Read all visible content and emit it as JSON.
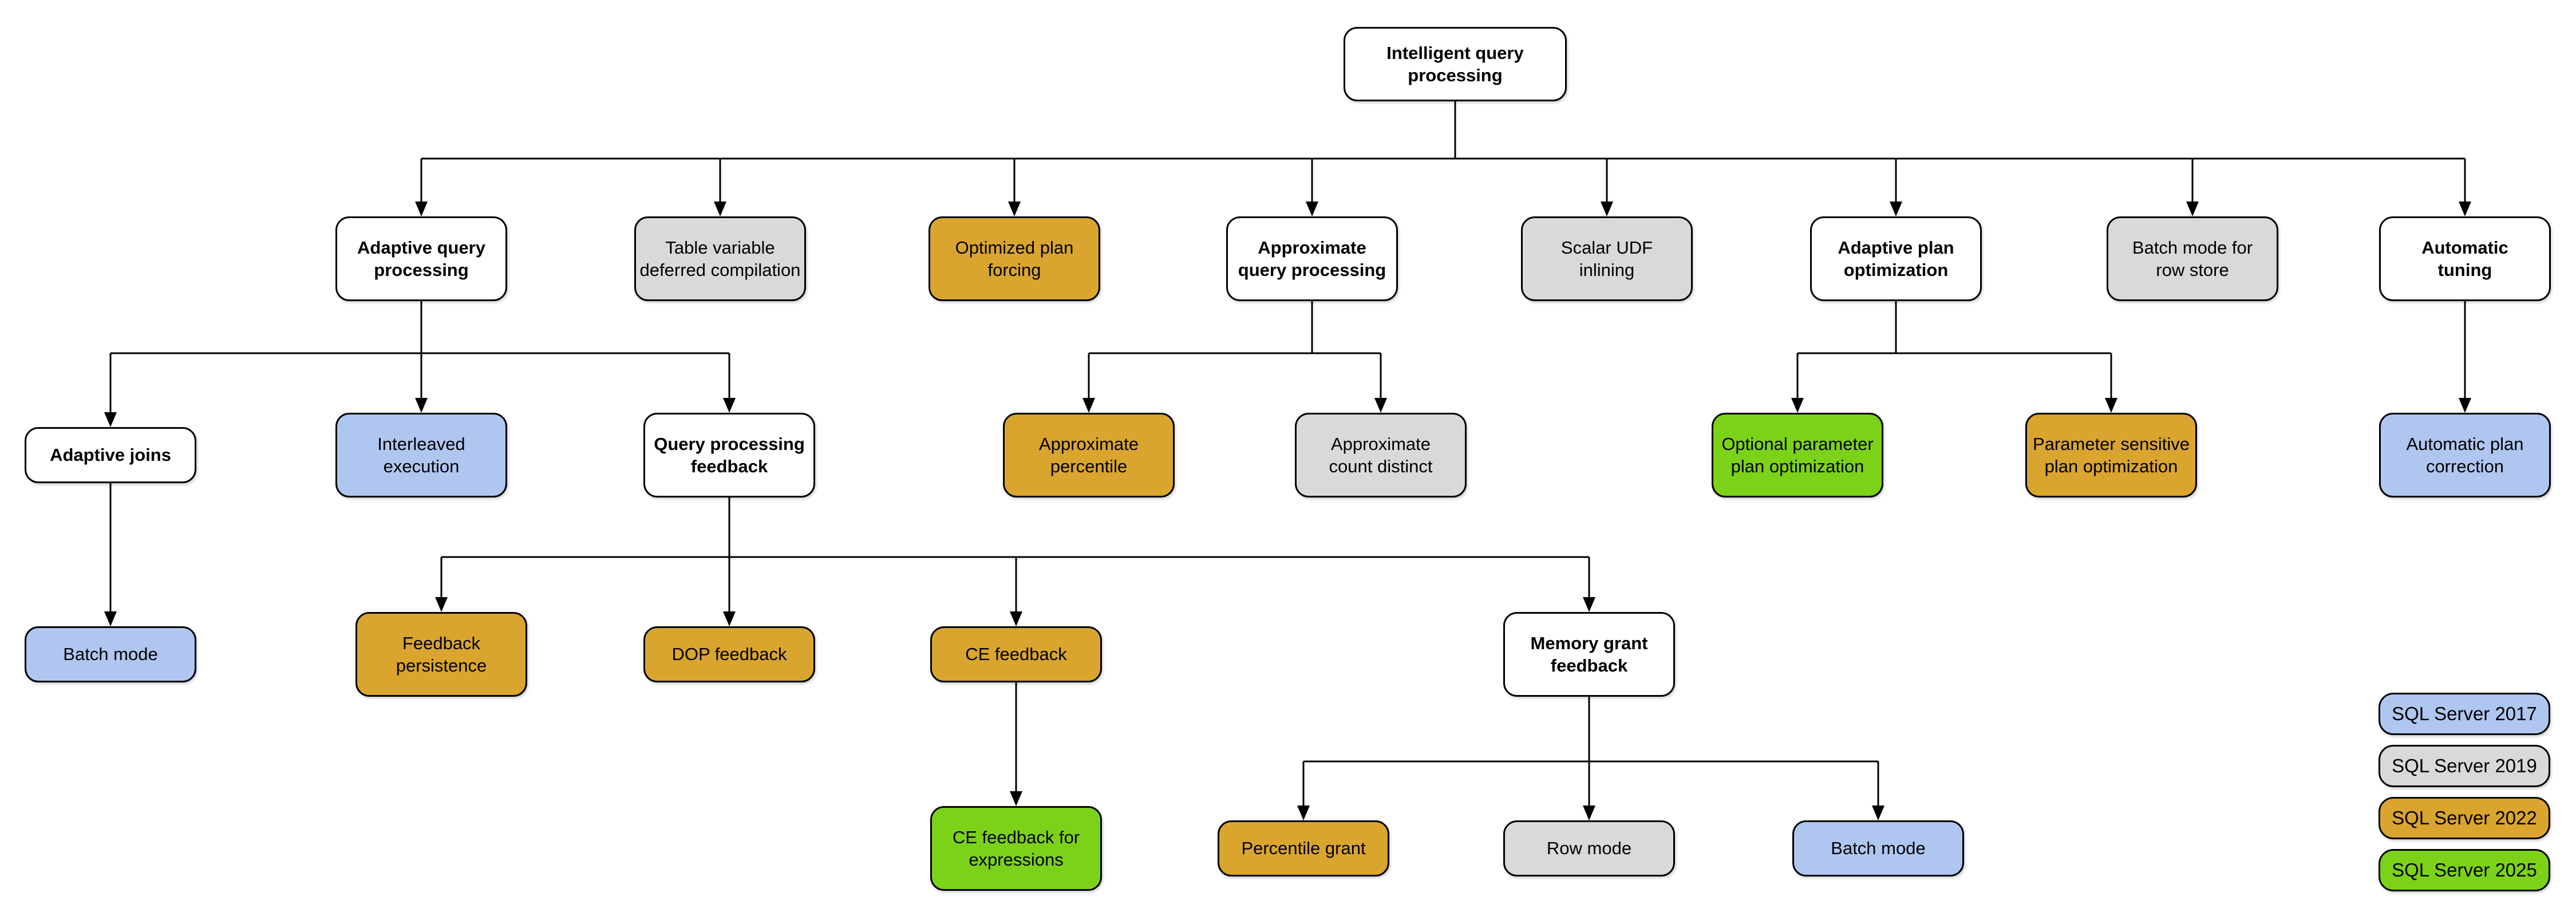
{
  "diagram": {
    "version_colors": {
      "category": "#FFFFFF",
      "2017": "#AFC7F0",
      "2019": "#D9D9D9",
      "2022": "#D9A52F",
      "2025": "#7CD219"
    },
    "nodes": [
      {
        "id": "iqp",
        "label": "Intelligent query\nprocessing",
        "version": "category"
      },
      {
        "id": "aqp",
        "label": "Adaptive query\nprocessing",
        "version": "category"
      },
      {
        "id": "tvdc",
        "label": "Table variable\ndeferred compilation",
        "version": "2019"
      },
      {
        "id": "opf",
        "label": "Optimized plan\nforcing",
        "version": "2022"
      },
      {
        "id": "aqproc",
        "label": "Approximate\nquery processing",
        "version": "category"
      },
      {
        "id": "sudf",
        "label": "Scalar UDF\ninlining",
        "version": "2019"
      },
      {
        "id": "apo",
        "label": "Adaptive plan\noptimization",
        "version": "category"
      },
      {
        "id": "bmrs",
        "label": "Batch mode for\nrow store",
        "version": "2019"
      },
      {
        "id": "at",
        "label": "Automatic\ntuning",
        "version": "category"
      },
      {
        "id": "aj",
        "label": "Adaptive joins",
        "version": "category"
      },
      {
        "id": "ie",
        "label": "Interleaved\nexecution",
        "version": "2017"
      },
      {
        "id": "qpf",
        "label": "Query processing\nfeedback",
        "version": "category"
      },
      {
        "id": "ap",
        "label": "Approximate\npercentile",
        "version": "2022"
      },
      {
        "id": "acd",
        "label": "Approximate\ncount distinct",
        "version": "2019"
      },
      {
        "id": "oppo",
        "label": "Optional parameter\nplan optimization",
        "version": "2025"
      },
      {
        "id": "pspo",
        "label": "Parameter sensitive\nplan optimization",
        "version": "2022"
      },
      {
        "id": "apc",
        "label": "Automatic plan\ncorrection",
        "version": "2017"
      },
      {
        "id": "bm",
        "label": "Batch mode",
        "version": "2017"
      },
      {
        "id": "fp",
        "label": "Feedback\npersistence",
        "version": "2022"
      },
      {
        "id": "dop",
        "label": "DOP feedback",
        "version": "2022"
      },
      {
        "id": "cef",
        "label": "CE feedback",
        "version": "2022"
      },
      {
        "id": "mgf",
        "label": "Memory grant\nfeedback",
        "version": "category"
      },
      {
        "id": "cefe",
        "label": "CE feedback for\nexpressions",
        "version": "2025"
      },
      {
        "id": "pg",
        "label": "Percentile grant",
        "version": "2022"
      },
      {
        "id": "rm",
        "label": "Row mode",
        "version": "2019"
      },
      {
        "id": "bm2",
        "label": "Batch mode",
        "version": "2017"
      }
    ],
    "edges": [
      {
        "from": "iqp",
        "to": [
          "aqp",
          "tvdc",
          "opf",
          "aqproc",
          "sudf",
          "apo",
          "bmrs",
          "at"
        ]
      },
      {
        "from": "aqp",
        "to": [
          "aj",
          "ie",
          "qpf"
        ]
      },
      {
        "from": "aqproc",
        "to": [
          "ap",
          "acd"
        ]
      },
      {
        "from": "apo",
        "to": [
          "oppo",
          "pspo"
        ]
      },
      {
        "from": "at",
        "to": [
          "apc"
        ]
      },
      {
        "from": "aj",
        "to": [
          "bm"
        ]
      },
      {
        "from": "qpf",
        "to": [
          "fp",
          "dop",
          "cef",
          "mgf"
        ]
      },
      {
        "from": "cef",
        "to": [
          "cefe"
        ]
      },
      {
        "from": "mgf",
        "to": [
          "pg",
          "rm",
          "bm2"
        ]
      }
    ]
  },
  "legend": {
    "items": [
      {
        "label": "SQL Server 2017",
        "version": "2017"
      },
      {
        "label": "SQL Server 2019",
        "version": "2019"
      },
      {
        "label": "SQL Server 2022",
        "version": "2022"
      },
      {
        "label": "SQL Server 2025",
        "version": "2025"
      }
    ]
  }
}
